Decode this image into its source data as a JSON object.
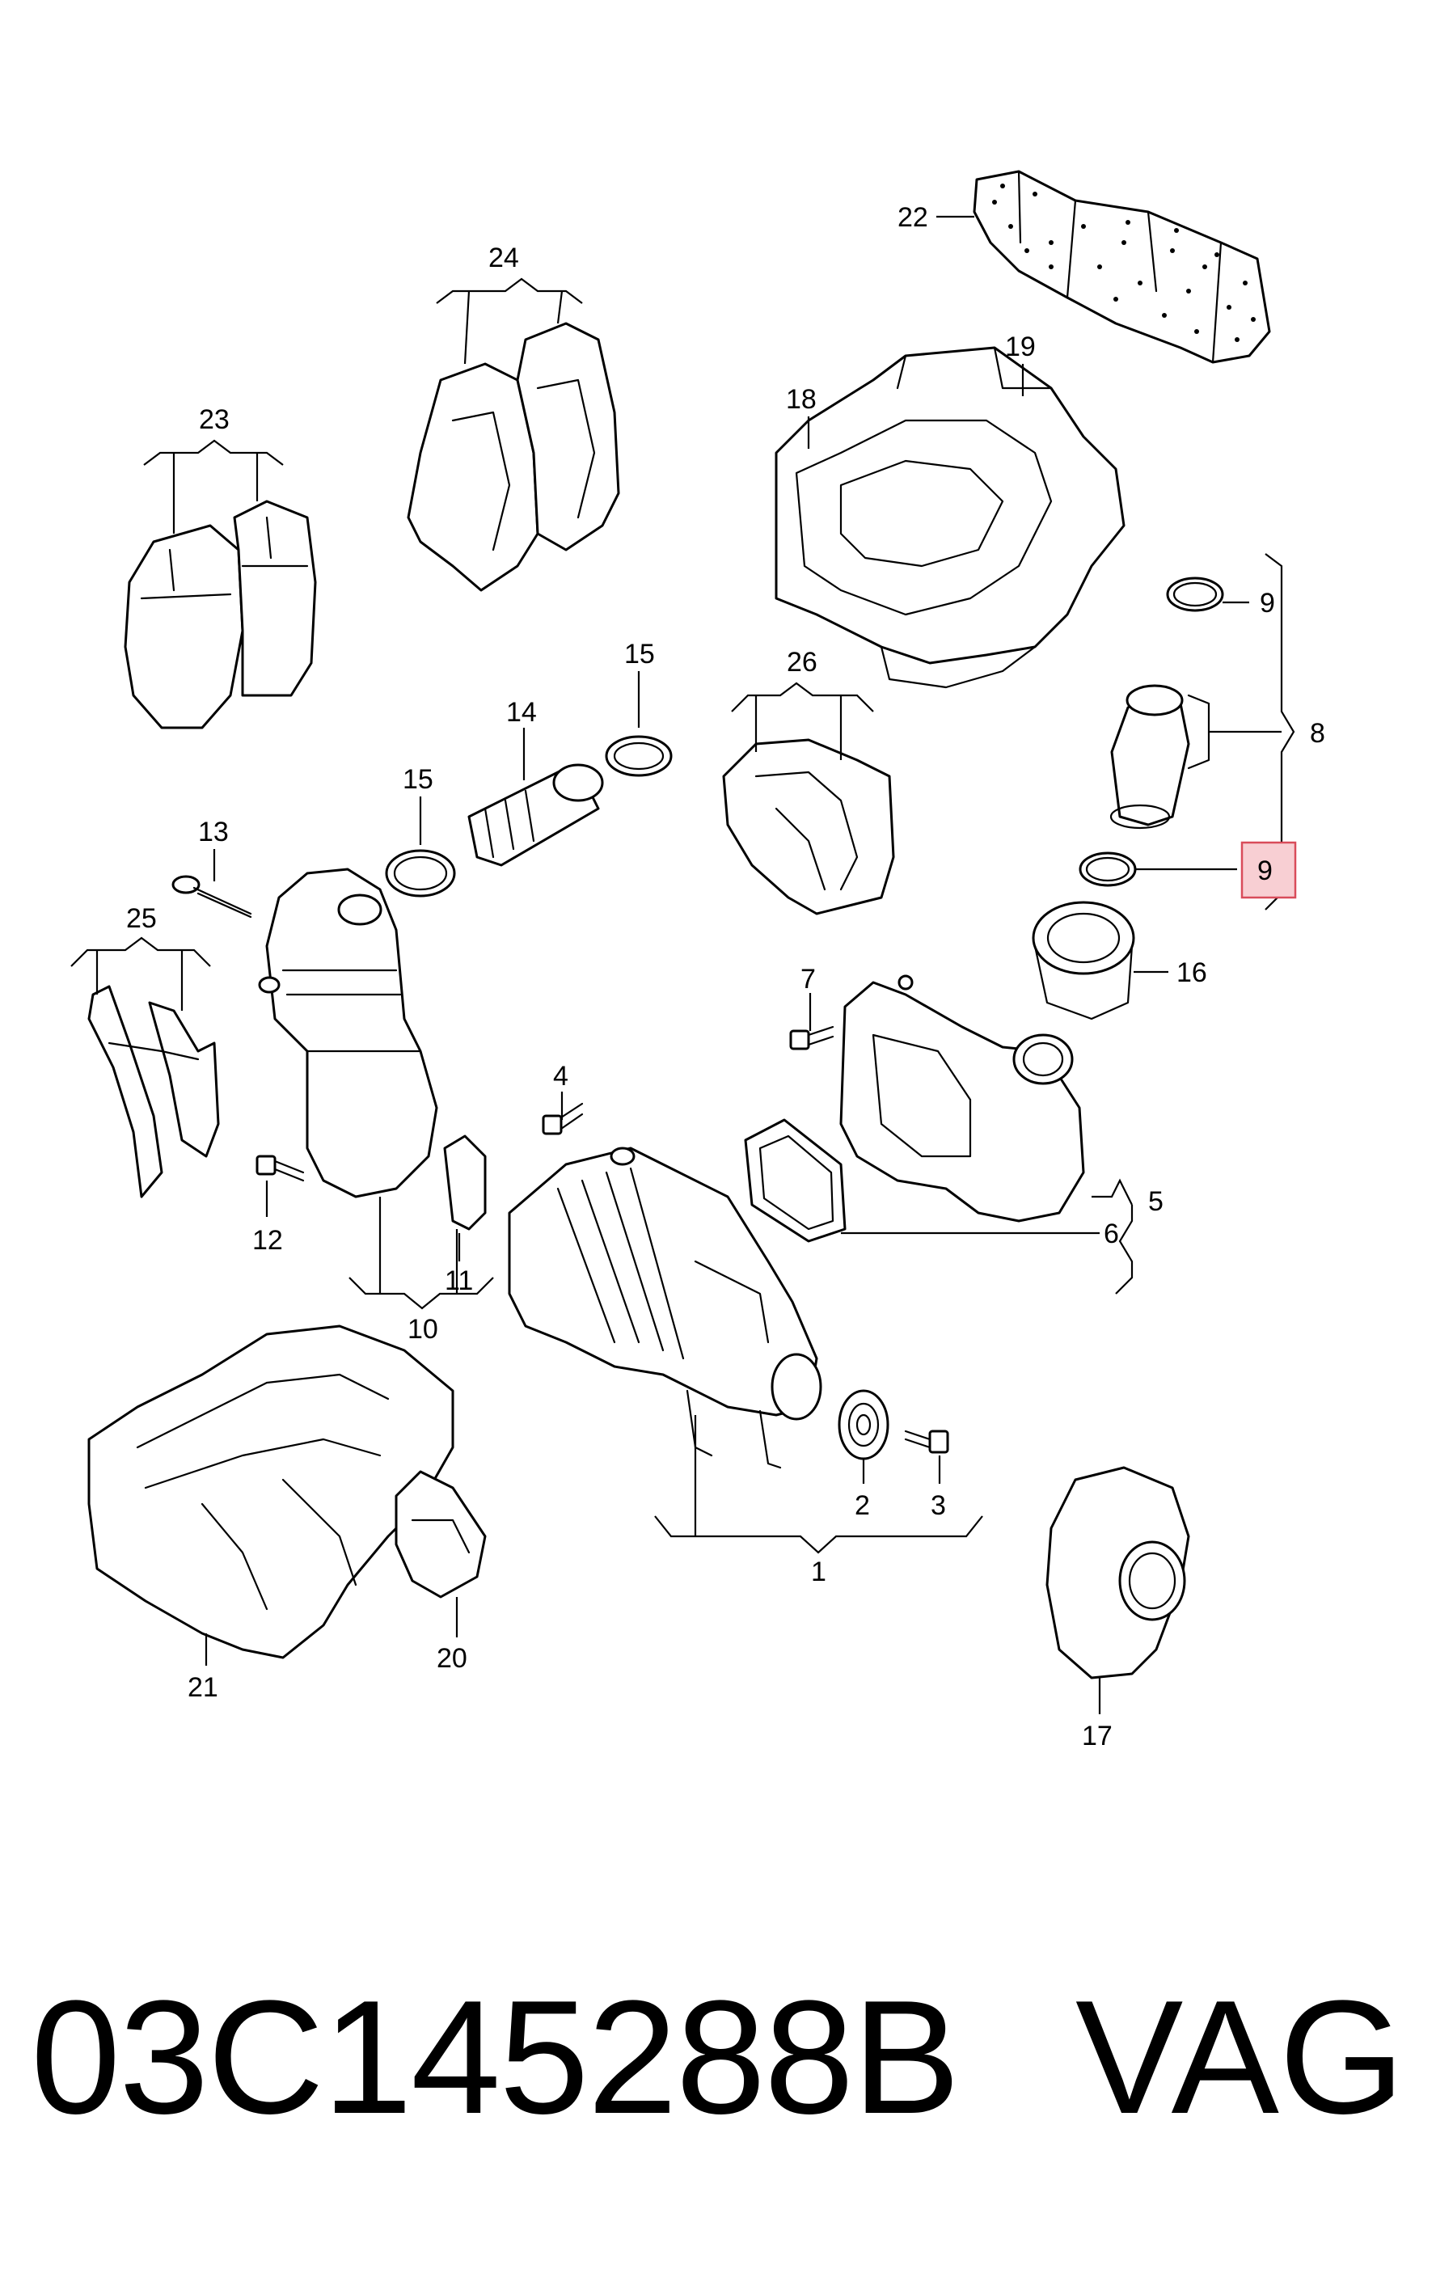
{
  "callouts": {
    "c1": "1",
    "c2": "2",
    "c3": "3",
    "c4": "4",
    "c5": "5",
    "c6": "6",
    "c7": "7",
    "c8": "8",
    "c9a": "9",
    "c9b": "9",
    "c10": "10",
    "c11": "11",
    "c12": "12",
    "c13": "13",
    "c14": "14",
    "c15a": "15",
    "c15b": "15",
    "c16": "16",
    "c17": "17",
    "c18": "18",
    "c19": "19",
    "c20": "20",
    "c21": "21",
    "c22": "22",
    "c23": "23",
    "c24": "24",
    "c25": "25",
    "c26": "26"
  },
  "highlighted_callout": "9",
  "footer": {
    "part_number": "03C145288B",
    "brand": "VAG"
  },
  "colors": {
    "line": "#000000",
    "highlight_fill": "#f8cfd3",
    "highlight_stroke": "#d94c5a"
  }
}
